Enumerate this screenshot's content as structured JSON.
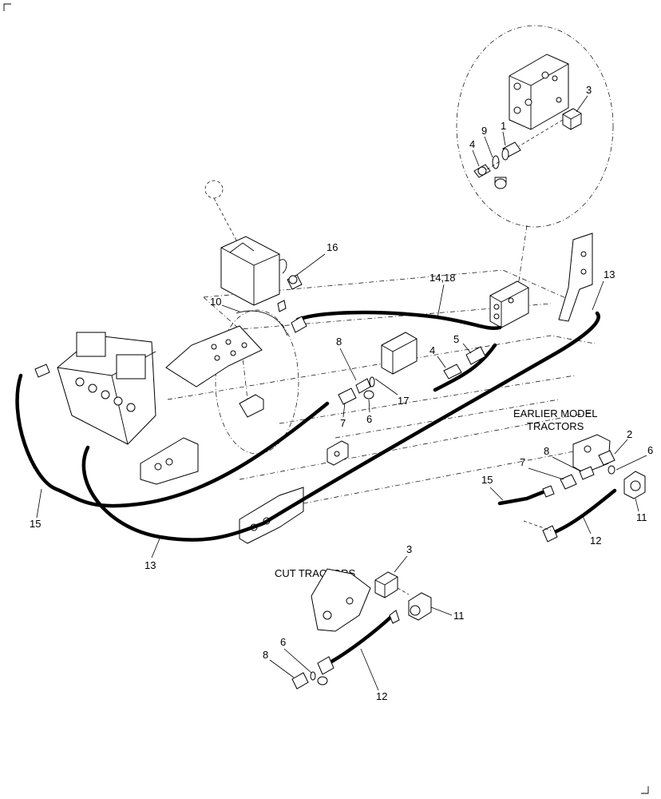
{
  "headings": {
    "earlier_line1": "EARLIER MODEL",
    "earlier_line2": "TRACTORS",
    "cut": "CUT TRACTORS"
  },
  "callouts": {
    "inset_3": "3",
    "inset_1": "1",
    "inset_9": "9",
    "inset_4": "4",
    "main_16": "16",
    "main_10": "10",
    "main_14_18": "14,18",
    "main_13_top": "13",
    "main_8": "8",
    "main_5": "5",
    "main_4": "4",
    "main_7": "7",
    "main_6": "6",
    "main_17": "17",
    "main_15": "15",
    "main_13_bottom": "13",
    "earlier_2": "2",
    "earlier_6": "6",
    "earlier_8": "8",
    "earlier_7": "7",
    "earlier_15": "15",
    "earlier_11": "11",
    "earlier_12": "12",
    "cut_3": "3",
    "cut_11": "11",
    "cut_6": "6",
    "cut_8": "8",
    "cut_12": "12"
  }
}
